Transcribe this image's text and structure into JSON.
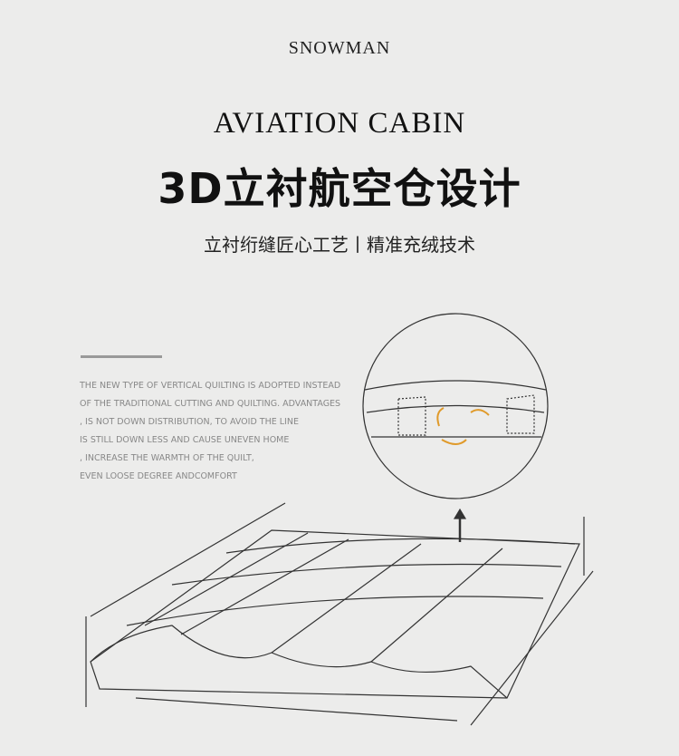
{
  "brand": "SNOWMAN",
  "title_en": "AVIATION CABIN",
  "title_cn": "3D立衬航空仓设计",
  "subtitle": "立衬绗缝匠心工艺丨精准充绒技术",
  "description": [
    "THE NEW TYPE OF VERTICAL QUILTING IS ADOPTED INSTEAD",
    "OF THE TRADITIONAL CUTTING AND QUILTING. ADVANTAGES",
    ", IS NOT DOWN DISTRIBUTION, TO AVOID THE LINE",
    "IS STILL DOWN LESS AND CAUSE UNEVEN HOME",
    ", INCREASE THE WARMTH OF THE QUILT,",
    "EVEN LOOSE DEGREE ANDCOMFORT"
  ],
  "colors": {
    "background": "#ececeb",
    "accent_arrow": "#e09a2a",
    "ink": "#333333"
  }
}
